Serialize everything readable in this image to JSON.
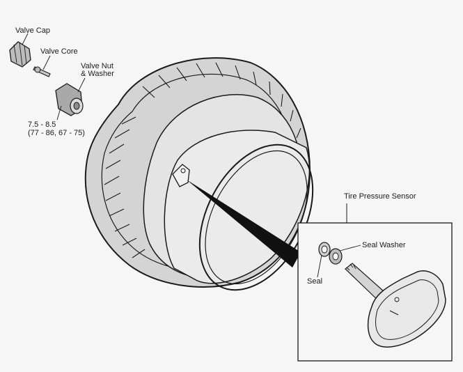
{
  "labels": {
    "valve_cap": "Valve Cap",
    "valve_core": "Valve Core",
    "valve_nut_line1": "Valve Nut",
    "valve_nut_line2": "& Washer",
    "torque_line1": "7.5 - 8.5",
    "torque_line2": "(77 - 86, 67 - 75)",
    "tire_pressure_sensor": "Tire Pressure Sensor",
    "seal_washer": "Seal Washer",
    "seal": "Seal"
  },
  "colors": {
    "line": "#1a1a1a",
    "tire_fill": "#d9d9d9",
    "rim_fill": "#e6e6e6",
    "background": "#f6f6f6"
  }
}
